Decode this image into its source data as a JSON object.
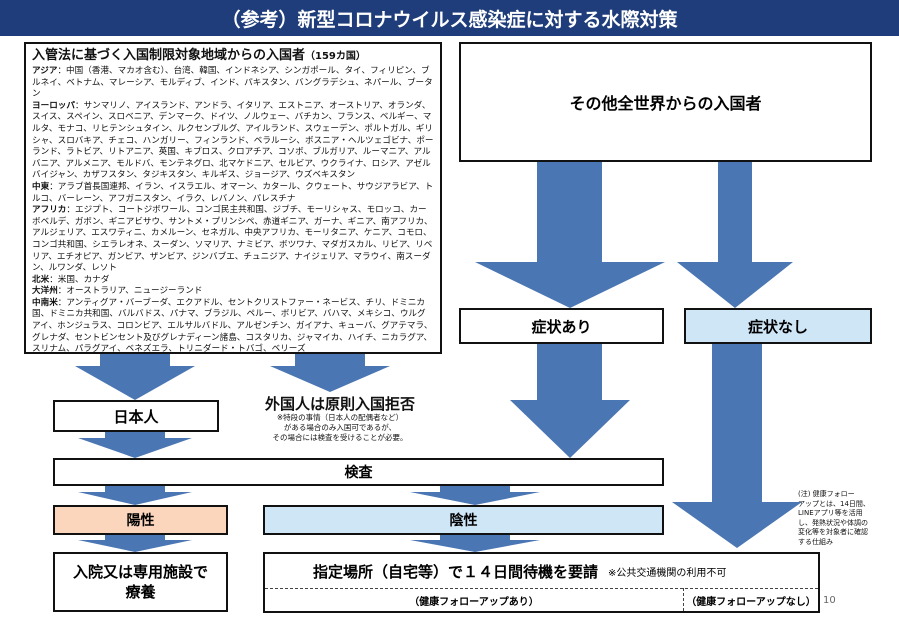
{
  "header": {
    "title": "（参考）新型コロナウイルス感染症に対する水際対策"
  },
  "region_box": {
    "title": "入管法に基づく入国制限対象地域からの入国者",
    "count": "（159カ国）",
    "regions": [
      {
        "name": "アジア",
        "countries": "：中国（香港、マカオ含む）、台湾、韓国、インドネシア、シンガポール、タイ、フィリピン、ブルネイ、ベトナム、マレーシア、モルディブ、インド、パキスタン、バングラデシュ、ネパール、ブータン"
      },
      {
        "name": "ヨーロッパ",
        "countries": "：サンマリノ、アイスランド、アンドラ、イタリア、エストニア、オーストリア、オランダ、スイス、スペイン、スロベニア、デンマーク、ドイツ、ノルウェー、バチカン、フランス、ベルギー、マルタ、モナコ、リヒテンシュタイン、ルクセンブルグ、アイルランド、スウェーデン、ポルトガル、ギリシャ、スロバキア、チェコ、ハンガリー、フィンランド、ベラルーシ、ボスニア・ヘルツェゴビナ、ポーランド、ラトビア、リトアニア、英国、キプロス、クロアチア、コソボ、ブルガリア、ルーマニア、アルバニア、アルメニア、モルドバ、モンテネグロ、北マケドニア、セルビア、ウクライナ、ロシア、アゼルバイジャン、カザフスタン、タジキスタン、キルギス、ジョージア、ウズベキスタン"
      },
      {
        "name": "中東",
        "countries": "：アラブ首長国連邦、イラン、イスラエル、オマーン、カタール、クウェート、サウジアラビア、トルコ、バーレーン、アフガニスタン、イラク、レバノン、パレスチナ"
      },
      {
        "name": "アフリカ",
        "countries": "：エジプト、コートジボワール、コンゴ民主共和国、ジブチ、モーリシャス、モロッコ、カーボベルデ、ガボン、ギニアビサウ、サントメ・プリンシペ、赤道ギニア、ガーナ、ギニア、南アフリカ、アルジェリア、エスワティニ、カメルーン、セネガル、中央アフリカ、モーリタニア、ケニア、コモロ、コンゴ共和国、シエラレオネ、スーダン、ソマリア、ナミビア、ボツワナ、マダガスカル、リビア、リベリア、エチオピア、ガンビア、ザンビア、ジンバブエ、チュニジア、ナイジェリア、マラウイ、南スーダン、ルワンダ、レソト"
      },
      {
        "name": "北米",
        "countries": "：米国、カナダ"
      },
      {
        "name": "大洋州",
        "countries": "：オーストラリア、ニュージーランド"
      },
      {
        "name": "中南米",
        "countries": "：アンティグア・バーブーダ、エクアドル、セントクリストファー・ネービス、チリ、ドミニカ国、ドミニカ共和国、バルバドス、パナマ、ブラジル、ペルー、ボリビア、バハマ、メキシコ、ウルグアイ、ホンジュラス、コロンビア、エルサルバドル、アルゼンチン、ガイアナ、キューバ、グアテマラ、グレナダ、セントビンセント及びグレナディーン諸島、コスタリカ、ジャマイカ、ハイチ、ニカラグア、スリナム、パラグアイ、ベネズエラ、トリニダード・トバゴ、ベリーズ"
      }
    ]
  },
  "other_world": "その他全世界からの入国者",
  "symptoms_yes": "症状あり",
  "symptoms_no": "症状なし",
  "japanese": "日本人",
  "foreigner": {
    "title": "外国人は原則入国拒否",
    "note_1": "※特段の事情（日本人の配偶者など）",
    "note_2": "がある場合のみ入国可であるが、",
    "note_3": "その場合には検査を受けることが必要。"
  },
  "test": "検査",
  "positive": "陽性",
  "negative": "陰性",
  "hospital": {
    "line1": "入院又は専用施設で",
    "line2": "療養"
  },
  "wait": {
    "main": "指定場所（自宅等）で１４日間待機を要請",
    "sub": "※公共交通機関の利用不可",
    "followup_yes": "（健康フォローアップあり）",
    "followup_no": "（健康フォローアップなし）"
  },
  "side_note": {
    "l1": "(注) 健康フォロー",
    "l2": "アップとは、14日間、",
    "l3": "LINEアプリ等を活用",
    "l4": "し、発熱状況や体調の",
    "l5": "変化等を対象者に確認",
    "l6": "する仕組み"
  },
  "page_number": "10",
  "colors": {
    "header": "#1f3d7a",
    "arrow": "#4a76b3",
    "positive_fill": "#fbd6bd",
    "negative_fill": "#cfe6f7",
    "no_symptom_fill": "#cfe6f7"
  }
}
